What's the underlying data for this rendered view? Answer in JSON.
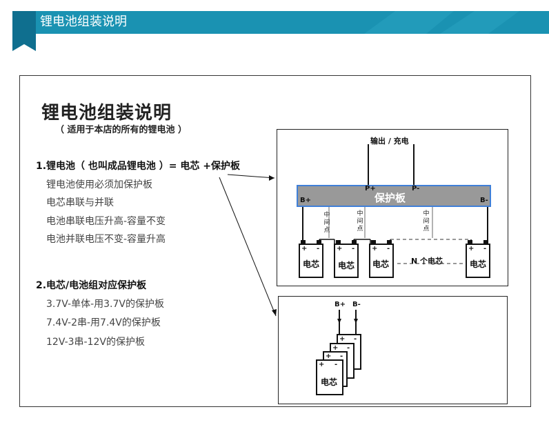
{
  "header": {
    "title": "锂电池组装说明"
  },
  "main": {
    "title": "锂电池组装说明",
    "subtitle": "（ 适用于本店的所有的锂电池 ）",
    "section1": {
      "title": "1.锂电池（ 也叫成品锂电池 ）= 电芯 +保护板",
      "items": [
        "锂电池使用必须加保护板",
        "电芯串联与并联",
        "电池串联电压升高-容量不变",
        "电池并联电压不变-容量升高"
      ]
    },
    "section2": {
      "title": "2.电芯/电池组对应保护板",
      "items": [
        "3.7V-单体-用3.7V的保护板",
        "7.4V-2串-用7.4V的保护板",
        "12V-3串-12V的保护板"
      ]
    }
  },
  "diagram1": {
    "output_label": "输出 / 充电",
    "board_label": "保护板",
    "p_plus": "P+",
    "p_minus": "P-",
    "b_plus": "B+",
    "b_minus": "B-",
    "midpoint": [
      "中",
      "间",
      "点"
    ],
    "cell_label": "电芯",
    "cell_plus": "+",
    "cell_minus": "-",
    "n_cells_label": "N 个电芯"
  },
  "diagram2": {
    "b_plus": "B+",
    "b_minus": "B-",
    "cell_label": "电芯",
    "cell_plus": "+",
    "cell_minus": "-"
  },
  "colors": {
    "banner": "#1a92b2",
    "board_fill": "#999999",
    "board_border": "#3f7fd8"
  }
}
